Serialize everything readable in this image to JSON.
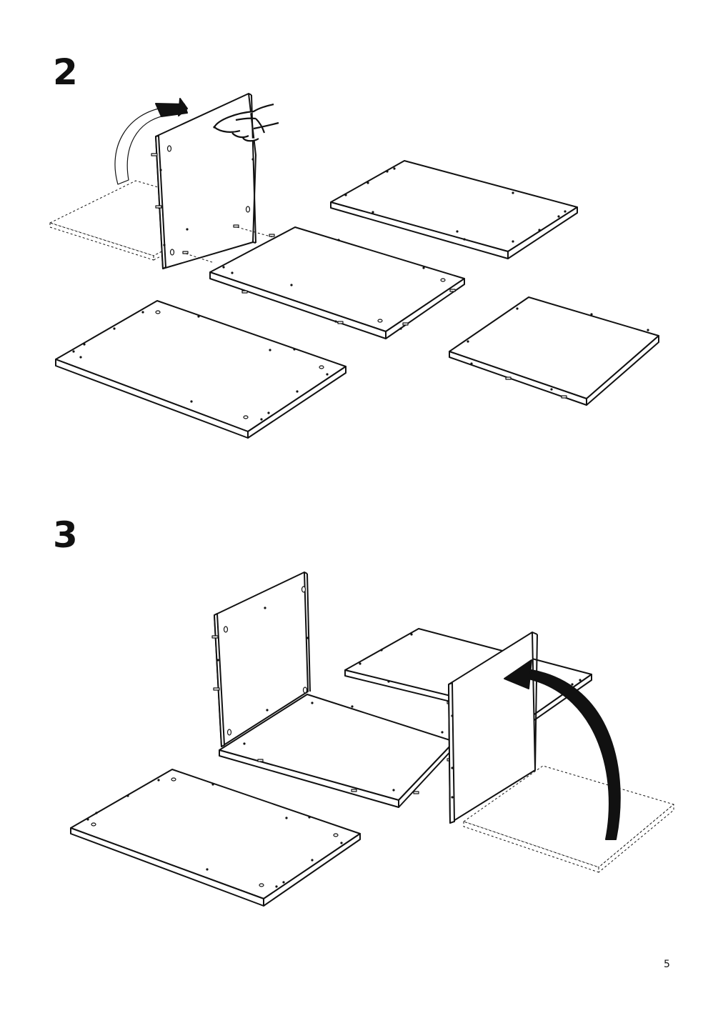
{
  "steps": [
    {
      "number": "2"
    },
    {
      "number": "3"
    }
  ],
  "page": {
    "number": "5"
  },
  "icons": {
    "step2": [
      "curved-arrow-icon",
      "hand-pointing-icon"
    ],
    "step3": [
      "curved-arrow-icon"
    ]
  },
  "colors": {
    "ink": "#111111",
    "background": "#ffffff"
  }
}
